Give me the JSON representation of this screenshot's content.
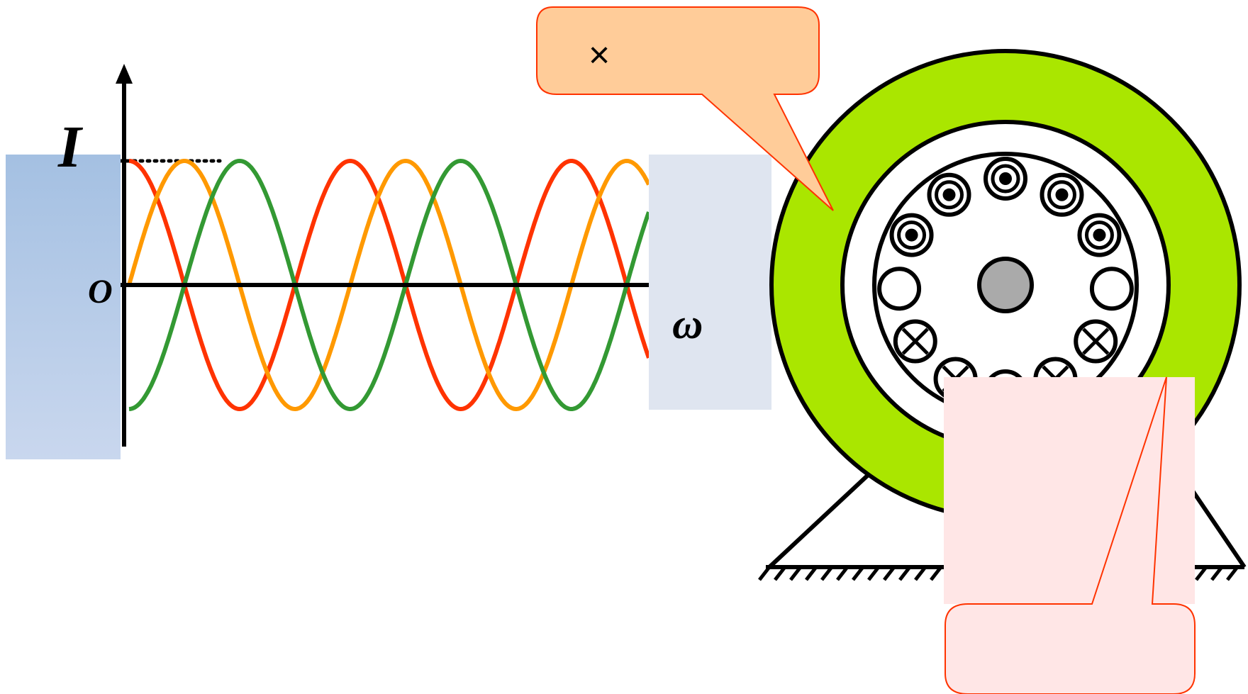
{
  "graph": {
    "y_axis_label": "I",
    "origin_label": "O",
    "x_axis_label": "ω",
    "series_colors": [
      "#ff3300",
      "#ff9900",
      "#339933"
    ]
  },
  "chart_data": {
    "type": "line",
    "xlabel": "ω",
    "ylabel": "I",
    "series": [
      {
        "color": "#ff3300",
        "phase_deg": 90
      },
      {
        "color": "#ff9900",
        "phase_deg": 0
      },
      {
        "color": "#339933",
        "phase_deg": -90
      }
    ],
    "periods_shown": 2.35
  },
  "callout_top": {
    "text": "×",
    "fill": "#ffcc99",
    "stroke": "#ff3300"
  },
  "callout_bottom": {
    "text": "",
    "fill": "#ffe6e6",
    "stroke": "#ff3300"
  },
  "motor": {
    "ring_color": "#aae600",
    "shaft_color": "#aaaaaa",
    "conductors": [
      {
        "symbol": "dot"
      },
      {
        "symbol": "dot"
      },
      {
        "symbol": "dot"
      },
      {
        "symbol": "dot"
      },
      {
        "symbol": "dot"
      },
      {
        "symbol": "empty"
      },
      {
        "symbol": "empty"
      },
      {
        "symbol": "cross"
      },
      {
        "symbol": "cross"
      },
      {
        "symbol": "cross"
      },
      {
        "symbol": "cross"
      },
      {
        "symbol": "cross"
      }
    ]
  },
  "overlays": {
    "left_panel_color": "#9fbde0",
    "right_panel_color": "#dfe5f0"
  }
}
